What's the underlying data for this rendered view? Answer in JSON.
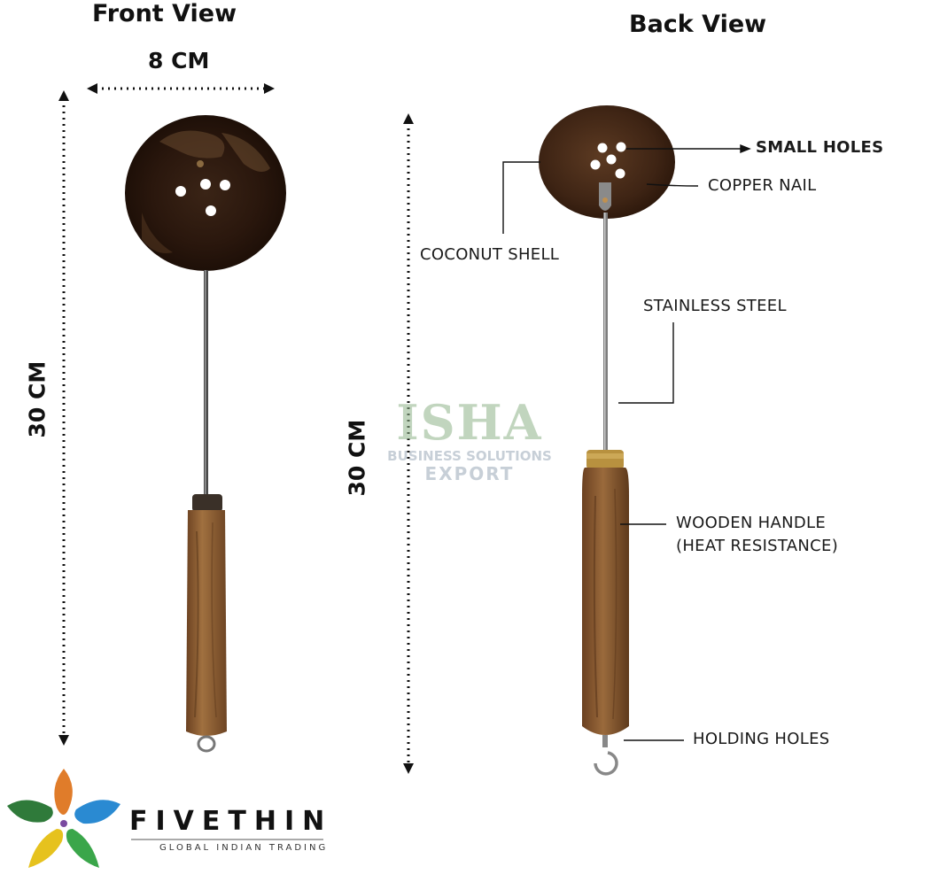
{
  "views": {
    "front_title": "Front View",
    "back_title": "Back View"
  },
  "dimensions": {
    "width_label": "8 CM",
    "front_length_label": "30 CM",
    "back_length_label": "30 CM"
  },
  "callouts": {
    "small_holes": "SMALL HOLES",
    "copper_nail": "COPPER NAIL",
    "coconut_shell": "COCONUT SHELL",
    "stainless_steel": "STAINLESS STEEL",
    "wooden_handle_line1": "WOODEN HANDLE",
    "wooden_handle_line2": "(HEAT RESISTANCE)",
    "holding_holes": "HOLDING HOLES"
  },
  "watermark": {
    "title": "ISHA",
    "line1": "BUSINESS SOLUTIONS",
    "line2": "EXPORT"
  },
  "brand": {
    "name": "FIVETHIN",
    "tagline": "GLOBAL INDIAN TRADING"
  },
  "colors": {
    "shell_dark": "#2e1a10",
    "shell_mid": "#5a3a22",
    "wood": "#8a5a30",
    "steel": "#8c8c8c",
    "watermark": "#9fbf98"
  }
}
